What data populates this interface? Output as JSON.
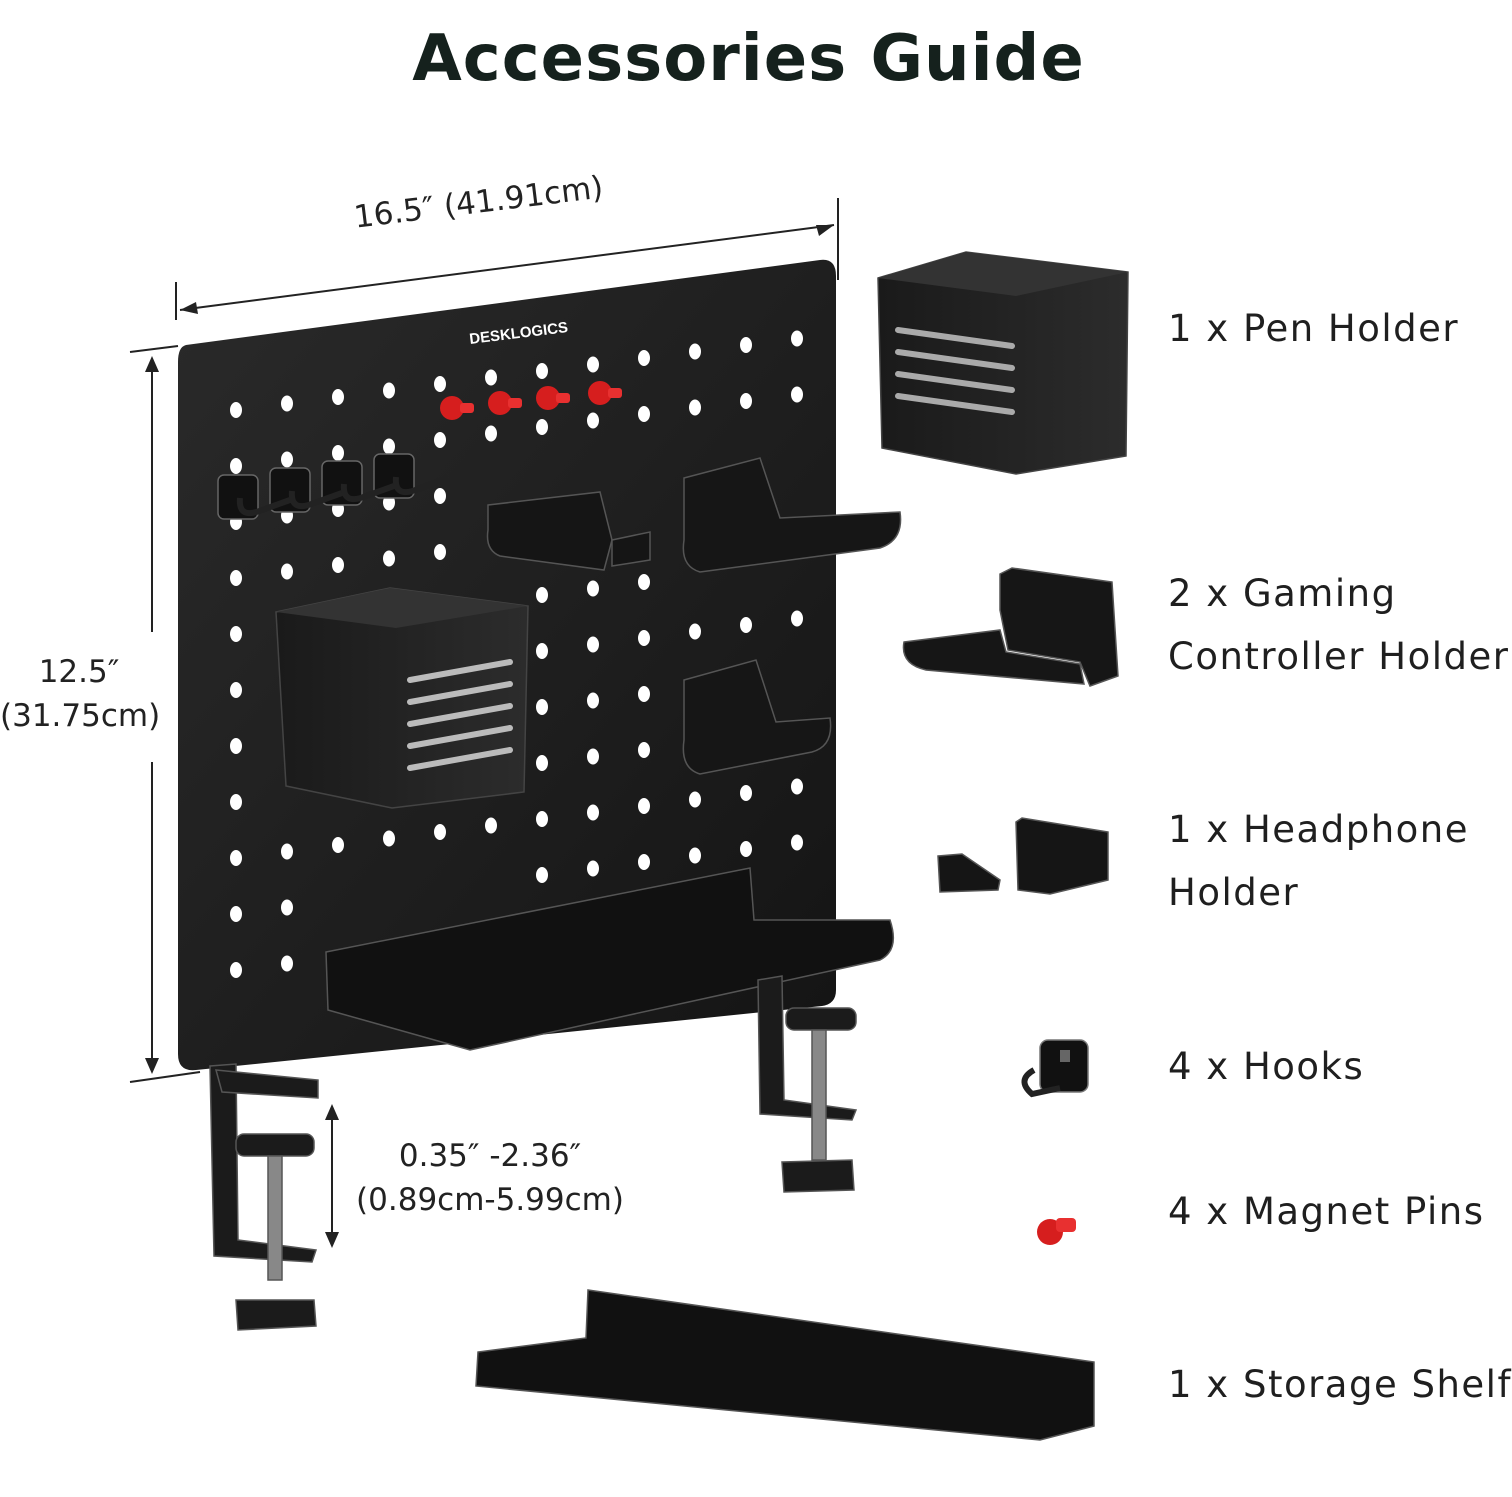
{
  "title": "Accessories Guide",
  "brand": "DESKLOGICS",
  "dimensions": {
    "width": "16.5″ (41.91cm)",
    "height_line1": "12.5″",
    "height_line2": "(31.75cm)",
    "clamp_line1": "0.35″ -2.36″",
    "clamp_line2": "(0.89cm-5.99cm)"
  },
  "accessories": [
    {
      "lines": [
        "1 x Pen Holder"
      ],
      "icon": "pen-holder"
    },
    {
      "lines": [
        "2 x Gaming",
        "Controller Holder"
      ],
      "icon": "controller-holder"
    },
    {
      "lines": [
        "1 x Headphone",
        "Holder"
      ],
      "icon": "headphone-holder"
    },
    {
      "lines": [
        "4 x Hooks"
      ],
      "icon": "hook"
    },
    {
      "lines": [
        "4 x Magnet Pins"
      ],
      "icon": "magnet-pin"
    },
    {
      "lines": [
        "1 x Storage Shelf"
      ],
      "icon": "storage-shelf"
    }
  ],
  "colors": {
    "board": "#1d1d1d",
    "pin": "#e02222",
    "text": "#1f1f1f",
    "title": "#15211d"
  }
}
